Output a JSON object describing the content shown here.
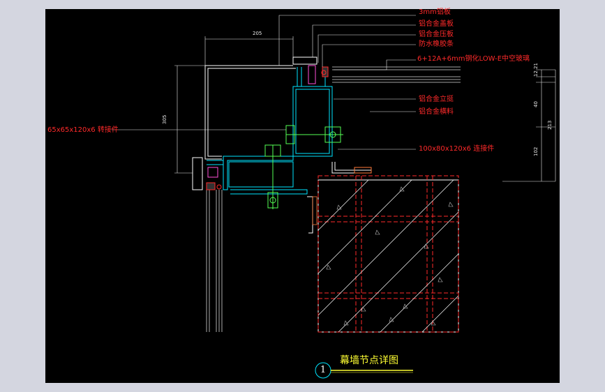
{
  "drawing": {
    "title": "幕墙节点详图",
    "detail_number": "1",
    "labels": {
      "aluminum_panel": "3mm铝板",
      "cover_plate": "铝合金盖板",
      "pressure_plate": "铝合金压板",
      "rubber_strip": "防水橡胶条",
      "glass": "6+12A+6mm钢化LOW-E中空玻璃",
      "mullion": "铝合金立挺",
      "transom": "铝合金横料",
      "steel_angle": "65x65x120x6 转接件",
      "connector": "100x80x120x6  连接件"
    },
    "dimensions": {
      "top_width": "205",
      "left_height": "305",
      "right_1": "21",
      "right_2": "12",
      "right_3": "40",
      "right_4": "213",
      "right_5": "102"
    }
  },
  "colors": {
    "background": "#000000",
    "label": "#ff2a2a",
    "title": "#ffff33",
    "profile": "#00e5ff",
    "concrete": "#ff2a2a"
  }
}
